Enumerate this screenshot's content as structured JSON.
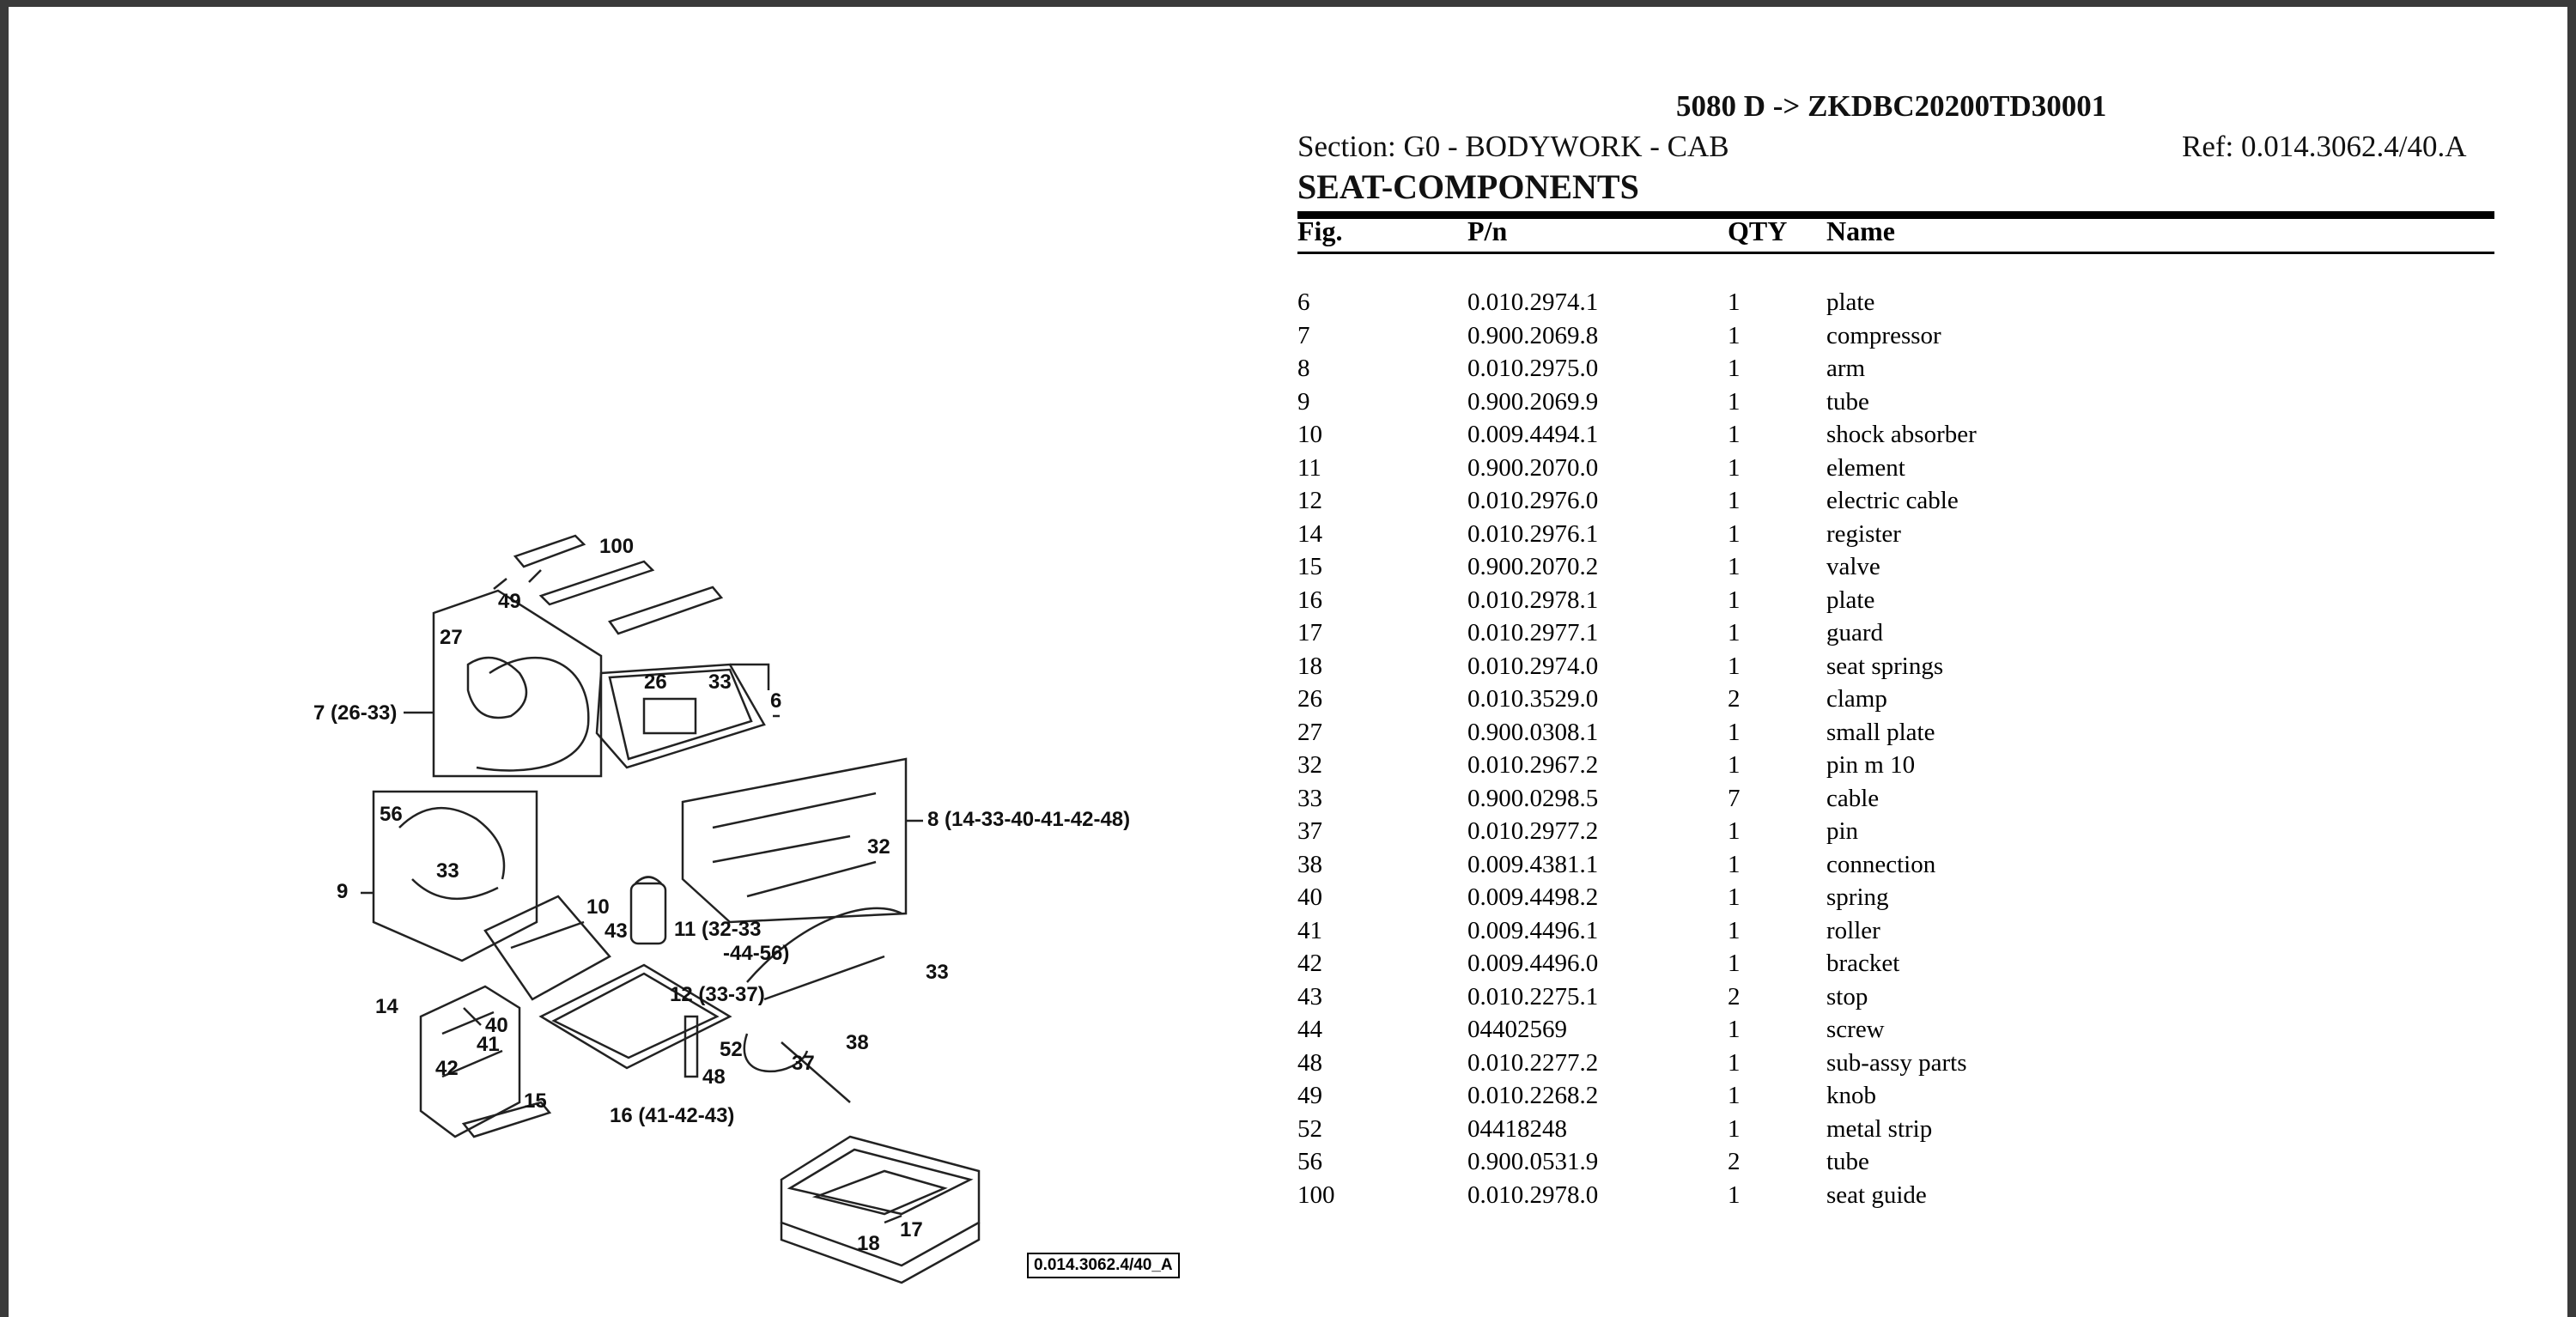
{
  "header": {
    "model": "5080 D -> ZKDBC20200TD30001",
    "section": "Section: G0 - BODYWORK - CAB",
    "ref": "Ref: 0.014.3062.4/40.A",
    "title": "SEAT-COMPONENTS"
  },
  "table": {
    "headers": {
      "fig": "Fig.",
      "pn": "P/n",
      "qty": "QTY",
      "name": "Name"
    },
    "rows": [
      {
        "fig": "6",
        "pn": "0.010.2974.1",
        "qty": "1",
        "name": "plate"
      },
      {
        "fig": "7",
        "pn": "0.900.2069.8",
        "qty": "1",
        "name": "compressor"
      },
      {
        "fig": "8",
        "pn": "0.010.2975.0",
        "qty": "1",
        "name": "arm"
      },
      {
        "fig": "9",
        "pn": "0.900.2069.9",
        "qty": "1",
        "name": "tube"
      },
      {
        "fig": "10",
        "pn": "0.009.4494.1",
        "qty": "1",
        "name": "shock absorber"
      },
      {
        "fig": "11",
        "pn": "0.900.2070.0",
        "qty": "1",
        "name": "element"
      },
      {
        "fig": "12",
        "pn": "0.010.2976.0",
        "qty": "1",
        "name": "electric cable"
      },
      {
        "fig": "14",
        "pn": "0.010.2976.1",
        "qty": "1",
        "name": "register"
      },
      {
        "fig": "15",
        "pn": "0.900.2070.2",
        "qty": "1",
        "name": "valve"
      },
      {
        "fig": "16",
        "pn": "0.010.2978.1",
        "qty": "1",
        "name": "plate"
      },
      {
        "fig": "17",
        "pn": "0.010.2977.1",
        "qty": "1",
        "name": "guard"
      },
      {
        "fig": "18",
        "pn": "0.010.2974.0",
        "qty": "1",
        "name": "seat springs"
      },
      {
        "fig": "26",
        "pn": "0.010.3529.0",
        "qty": "2",
        "name": "clamp"
      },
      {
        "fig": "27",
        "pn": "0.900.0308.1",
        "qty": "1",
        "name": "small plate"
      },
      {
        "fig": "32",
        "pn": "0.010.2967.2",
        "qty": "1",
        "name": "pin m 10"
      },
      {
        "fig": "33",
        "pn": "0.900.0298.5",
        "qty": "7",
        "name": "cable"
      },
      {
        "fig": "37",
        "pn": "0.010.2977.2",
        "qty": "1",
        "name": "pin"
      },
      {
        "fig": "38",
        "pn": "0.009.4381.1",
        "qty": "1",
        "name": "connection"
      },
      {
        "fig": "40",
        "pn": "0.009.4498.2",
        "qty": "1",
        "name": "spring"
      },
      {
        "fig": "41",
        "pn": "0.009.4496.1",
        "qty": "1",
        "name": "roller"
      },
      {
        "fig": "42",
        "pn": "0.009.4496.0",
        "qty": "1",
        "name": "bracket"
      },
      {
        "fig": "43",
        "pn": "0.010.2275.1",
        "qty": "2",
        "name": "stop"
      },
      {
        "fig": "44",
        "pn": "04402569",
        "qty": "1",
        "name": "screw"
      },
      {
        "fig": "48",
        "pn": "0.010.2277.2",
        "qty": "1",
        "name": "sub-assy parts"
      },
      {
        "fig": "49",
        "pn": "0.010.2268.2",
        "qty": "1",
        "name": "knob"
      },
      {
        "fig": "52",
        "pn": "04418248",
        "qty": "1",
        "name": "metal strip"
      },
      {
        "fig": "56",
        "pn": "0.900.0531.9",
        "qty": "2",
        "name": "tube"
      },
      {
        "fig": "100",
        "pn": "0.010.2978.0",
        "qty": "1",
        "name": "seat guide"
      }
    ]
  },
  "diagram": {
    "labels": {
      "l100": "100",
      "l49": "49",
      "l27": "27",
      "l7": "7 (26-33)",
      "l26": "26",
      "l33a": "33",
      "l6": "6",
      "l56": "56",
      "l33b": "33",
      "l8": "8 (14-33-40-41-42-48)",
      "l32": "32",
      "l9": "9",
      "l10": "10",
      "l43": "43",
      "l11": "11 (32-33",
      "l11b": "-44-56)",
      "l12": "12 (33-37)",
      "l33c": "33",
      "l14": "14",
      "l40": "40",
      "l41": "41",
      "l42": "42",
      "l15": "15",
      "l52": "52",
      "l37": "37",
      "l38": "38",
      "l48": "48",
      "l16": "16 (41-42-43)",
      "l17": "17",
      "l18": "18"
    },
    "ref_code": "0.014.3062.4/40_A"
  }
}
